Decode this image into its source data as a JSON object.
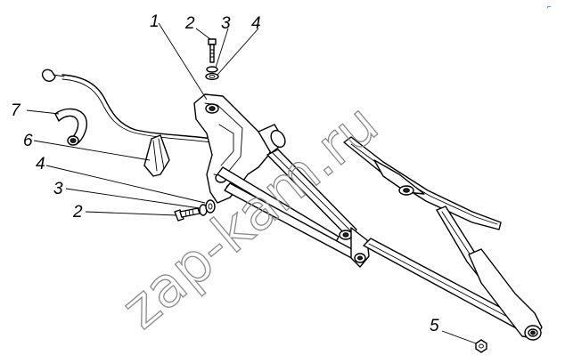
{
  "diagram": {
    "callouts": [
      {
        "id": "c1",
        "label": "1"
      },
      {
        "id": "c2a",
        "label": "2"
      },
      {
        "id": "c3a",
        "label": "3"
      },
      {
        "id": "c4a",
        "label": "4"
      },
      {
        "id": "c5",
        "label": "5"
      },
      {
        "id": "c6",
        "label": "6"
      },
      {
        "id": "c4b",
        "label": "4"
      },
      {
        "id": "c3b",
        "label": "3"
      },
      {
        "id": "c2b",
        "label": "2"
      },
      {
        "id": "c7",
        "label": "7"
      }
    ],
    "watermark": "zap-kam.ru",
    "corner_mark": "⌐"
  }
}
